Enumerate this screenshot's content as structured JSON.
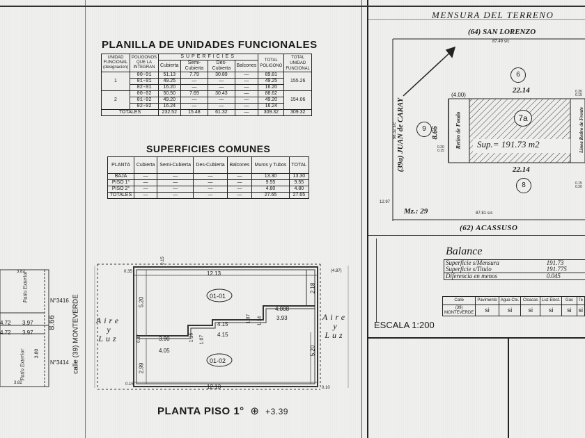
{
  "units_table": {
    "title": "PLANILLA DE UNIDADES FUNCIONALES",
    "superficies_header": "SUPERFICIES",
    "headers": [
      "UNIDAD FUNCIONAL (designacion)",
      "POLIGONOS QUE LA INTEGRAN",
      "Cubierta",
      "Semi-Cubierta",
      "Des-Cubierta",
      "Balcones",
      "TOTAL POLIGONO",
      "TOTAL UNIDAD FUNCIONAL"
    ],
    "rows": [
      {
        "uf": "1",
        "poligono": "00-01",
        "cubierta": "51.13",
        "semi": "7.79",
        "des": "30.89",
        "balcones": "—",
        "total": "89.81",
        "total_uf": "155.26"
      },
      {
        "uf": "",
        "poligono": "01-01",
        "cubierta": "49.25",
        "semi": "—",
        "des": "—",
        "balcones": "—",
        "total": "49.25",
        "total_uf": ""
      },
      {
        "uf": "",
        "poligono": "02-01",
        "cubierta": "16.20",
        "semi": "—",
        "des": "—",
        "balcones": "—",
        "total": "16.20",
        "total_uf": ""
      },
      {
        "uf": "2",
        "poligono": "00-02",
        "cubierta": "50.50",
        "semi": "7.69",
        "des": "30.43",
        "balcones": "—",
        "total": "88.62",
        "total_uf": "154.06"
      },
      {
        "uf": "",
        "poligono": "01-02",
        "cubierta": "49.20",
        "semi": "—",
        "des": "—",
        "balcones": "—",
        "total": "49.20",
        "total_uf": ""
      },
      {
        "uf": "",
        "poligono": "02-02",
        "cubierta": "16.24",
        "semi": "—",
        "des": "—",
        "balcones": "—",
        "total": "16.24",
        "total_uf": ""
      }
    ],
    "totals": {
      "label": "TOTALES",
      "cubierta": "232.52",
      "semi": "15.48",
      "des": "61.32",
      "balcones": "—",
      "total": "309.32",
      "total_uf": "309.32"
    }
  },
  "common_table": {
    "title": "SUPERFICIES COMUNES",
    "headers": [
      "PLANTA",
      "Cubierta",
      "Semi-Cubierta",
      "Des-Cubierta",
      "Balcones",
      "Muros y Tubos",
      "TOTAL"
    ],
    "rows": [
      {
        "planta": "BAJA",
        "cubierta": "—",
        "semi": "—",
        "des": "—",
        "balcones": "—",
        "muros": "13.30",
        "total": "13.30"
      },
      {
        "planta": "PISO 1°",
        "cubierta": "—",
        "semi": "—",
        "des": "—",
        "balcones": "—",
        "muros": "9.55",
        "total": "9.55"
      },
      {
        "planta": "PISO 2°",
        "cubierta": "—",
        "semi": "—",
        "des": "—",
        "balcones": "—",
        "muros": "4.80",
        "total": "4.80"
      },
      {
        "planta": "TOTALES",
        "cubierta": "—",
        "semi": "—",
        "des": "—",
        "balcones": "—",
        "muros": "27.65",
        "total": "27.65"
      }
    ]
  },
  "floor_plan": {
    "title": "PLANTA PISO 1°",
    "level": "+3.39",
    "units": [
      "01-01",
      "01-02"
    ],
    "aire_luz": [
      "Aire",
      "y",
      "Luz"
    ],
    "dims": {
      "top": "12.13",
      "bottom": "12.13",
      "d1": "4.15",
      "d2": "4.15",
      "d3": "3.90",
      "d4": "4.05",
      "d5": "4.008",
      "d6": "3.93",
      "d7": "5.20",
      "d8": "2.99",
      "d9": "2.18",
      "d10": "5.20",
      "d11": "1.07",
      "d12": "1.14",
      "d13": "1.07",
      "d14": "1.15",
      "d15": "0.87",
      "d16": "0.15",
      "d17": "0.15",
      "d18": "(4.87)",
      "d19": "0.35",
      "d20": "0.10"
    }
  },
  "left_strip": {
    "street": "calle (39) MONTEVERDE",
    "n1": "N°3416",
    "n2": "N°3414",
    "patio1": "Patio Exterior",
    "patio2": "Patio Exterior",
    "dim_866": "8.66",
    "d1": "4.72",
    "d2": "3.97",
    "d3": "4.72",
    "d4": "3.97",
    "d5": "3.82",
    "d6": "3.80",
    "d7": "3.82"
  },
  "survey": {
    "title": "MENSURA DEL TERRENO",
    "street_top": "(64) SAN LORENZO",
    "street_top_dim": "87.49 s/c",
    "street_left": "(39a) JUAN de CARAY",
    "street_left_dim": "98.32 s/c",
    "street_bottom": "(62) ACASSUSO",
    "street_bottom_dim": "87.81 s/c",
    "left_dim": "12.97",
    "mz": "Mz.: 29",
    "lot": "7a",
    "neighbors": [
      "6",
      "9",
      "8"
    ],
    "width_top": "22.14",
    "width_bottom": "22.14",
    "depth": "8.66",
    "retiro": "(4.00)",
    "retiro_label": "Retiro de Fondo",
    "linea_label": "Linea Retiro de Frente",
    "sup": "Sup.= 191.73 m2",
    "small_dims": [
      "0.20",
      "0.15",
      "0.30",
      "0.15",
      "0.15",
      "0.20"
    ]
  },
  "balance": {
    "title": "Balance",
    "rows": [
      {
        "label": "Superficie s/Mensura",
        "value": "191.73"
      },
      {
        "label": "Superficie s/Titulo",
        "value": "191.775"
      },
      {
        "label": "Diferencia en menos",
        "value": "0.045"
      }
    ]
  },
  "services": {
    "headers": [
      "Calle",
      "Pavimento",
      "Agua Cte.",
      "Cloacas",
      "Luz Elect.",
      "Gas",
      "Te"
    ],
    "row": [
      "(39) MONTEVERDE",
      "si",
      "si",
      "si",
      "si",
      "si",
      "si"
    ]
  },
  "scale": "ESCALA 1:200"
}
